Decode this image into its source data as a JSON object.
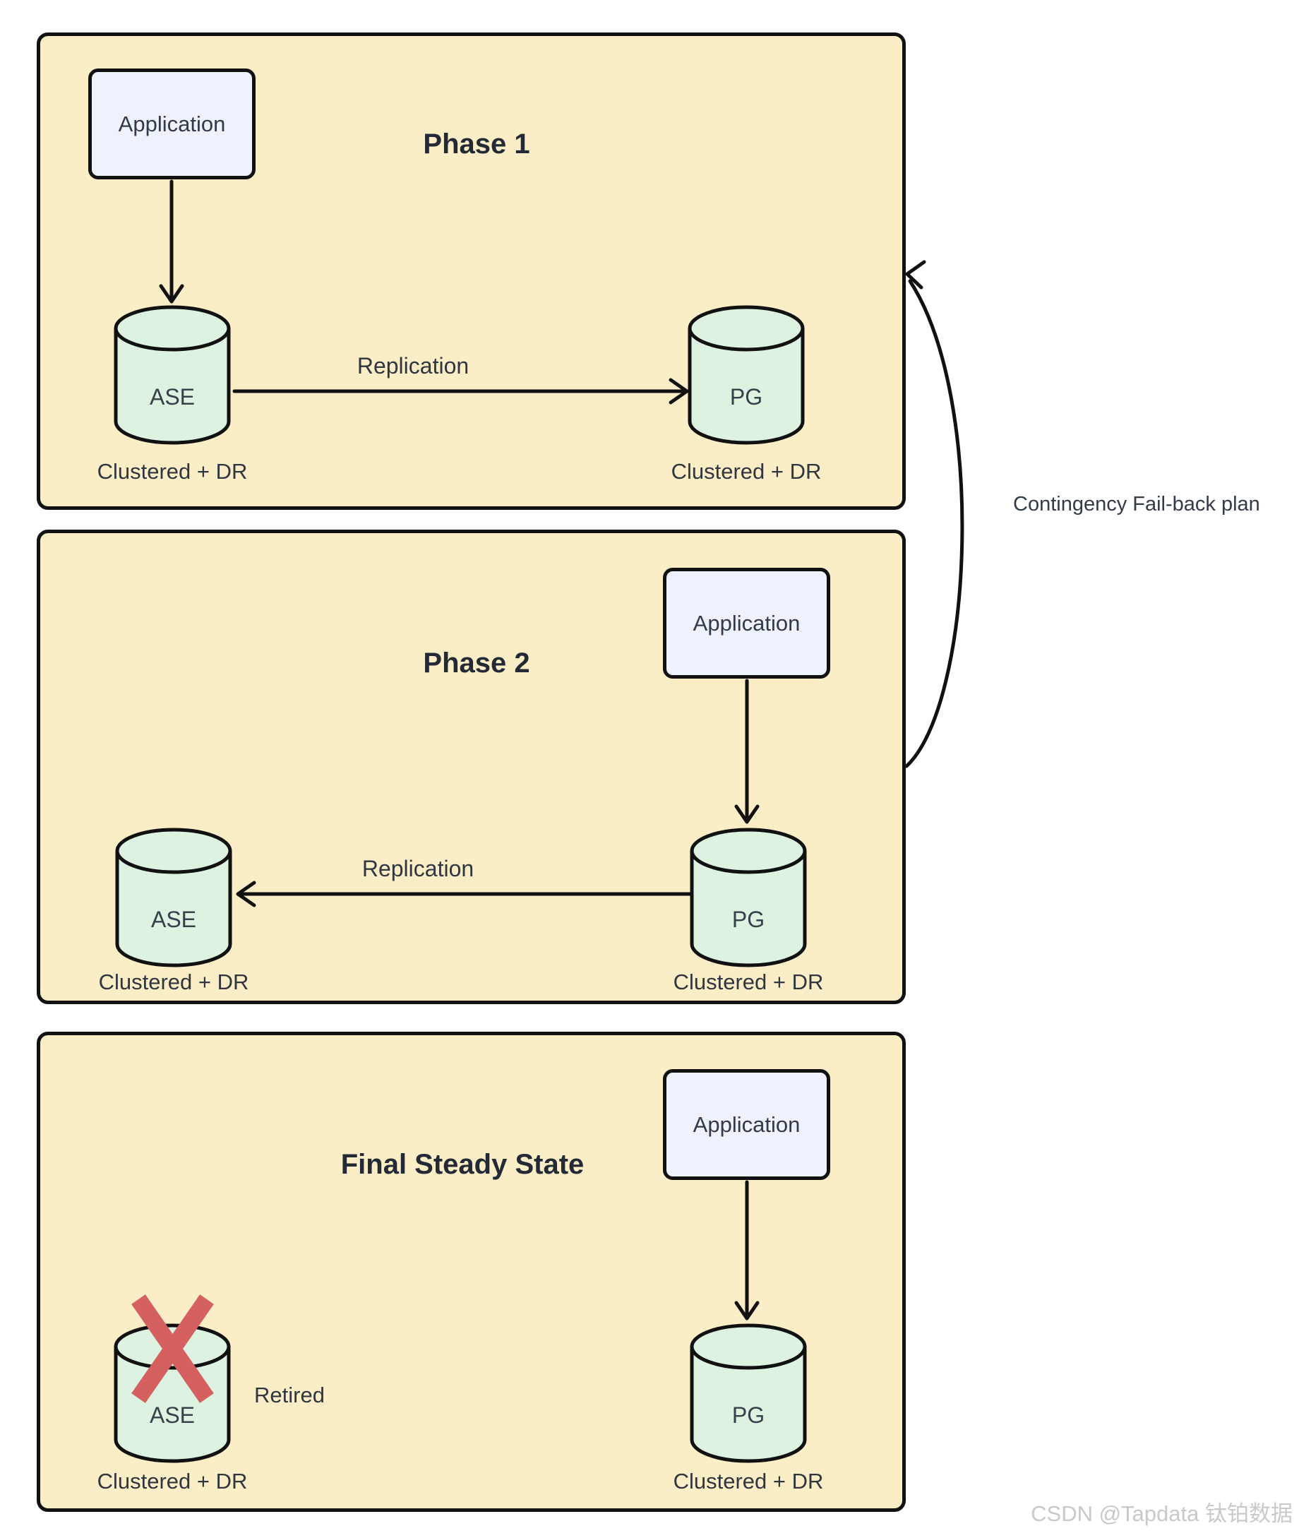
{
  "phase1": {
    "title": "Phase 1",
    "app": "Application",
    "left_db": {
      "name": "ASE",
      "caption": "Clustered + DR"
    },
    "right_db": {
      "name": "PG",
      "caption": "Clustered + DR"
    },
    "flow_label": "Replication"
  },
  "phase2": {
    "title": "Phase 2",
    "app": "Application",
    "left_db": {
      "name": "ASE",
      "caption": "Clustered + DR"
    },
    "right_db": {
      "name": "PG",
      "caption": "Clustered + DR"
    },
    "flow_label": "Replication"
  },
  "final": {
    "title": "Final Steady State",
    "app": "Application",
    "left_db": {
      "name": "ASE",
      "caption": "Clustered + DR",
      "status": "Retired"
    },
    "right_db": {
      "name": "PG",
      "caption": "Clustered + DR"
    }
  },
  "contingency": {
    "label": "Contingency Fail-back plan"
  },
  "watermark": "CSDN @Tapdata 钛铂数据",
  "colors": {
    "panel_fill": "#fbeec7",
    "app_fill": "#edf2fc",
    "db_fill": "#ddf2e1",
    "stroke": "#111111",
    "retired_x": "#d4605f",
    "text": "#333a45",
    "watermark_gray": "#c9c9c9"
  }
}
